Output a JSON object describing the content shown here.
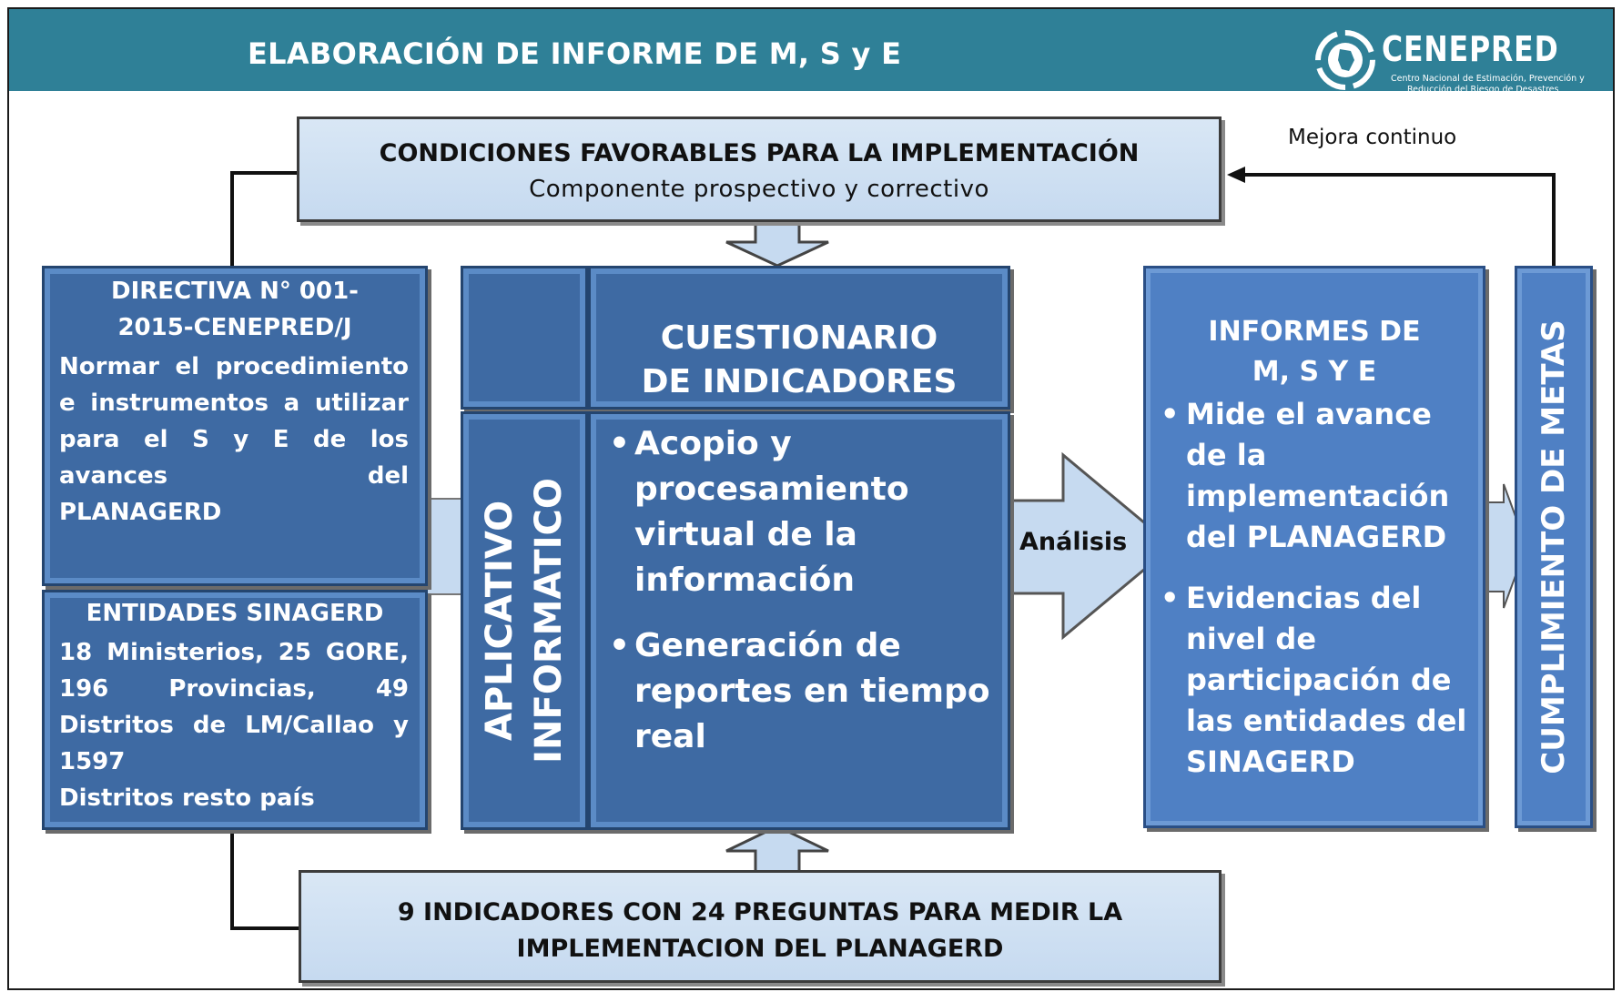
{
  "header": {
    "title": "ELABORACIÓN DE INFORME DE M, S y E",
    "logo": {
      "name": "CENEPRED",
      "subtitle_line1": "Centro Nacional de Estimación, Prevención y",
      "subtitle_line2": "Reducción del Riesgo de Desastres"
    }
  },
  "top_box": {
    "title": "CONDICIONES FAVORABLES PARA LA IMPLEMENTACIÓN",
    "subtitle": "Componente prospectivo y correctivo"
  },
  "feedback_label": "Mejora continuo",
  "directiva": {
    "title_line1": "DIRECTIVA N° 001-",
    "title_line2": "2015-CENEPRED/J",
    "body": "Normar el procedimiento e instrumentos a utilizar para el S y E de los avances del",
    "body_last": "PLANAGERD"
  },
  "entidades": {
    "title": "ENTIDADES SINAGERD",
    "body": "18 Ministerios, 25 GORE, 196 Provincias, 49 Distritos de LM/Callao y 1597",
    "body_last": "Distritos resto país"
  },
  "aplicativo": {
    "line1": "APLICATIVO",
    "line2": "INFORMATICO"
  },
  "cuestionario": {
    "title_line1": "CUESTIONARIO",
    "title_line2": "DE INDICADORES",
    "bullets": [
      "Acopio y procesamiento virtual de la información",
      "Generación de reportes en tiempo real"
    ]
  },
  "analysis_label": "Análisis",
  "informes": {
    "title_line1": "INFORMES DE",
    "title_line2": "M, S Y E",
    "bullets": [
      "Mide el avance de la implementación del PLANAGERD",
      "Evidencias del nivel de participación de las entidades del SINAGERD"
    ]
  },
  "cumplimiento": "CUMPLIMIENTO DE METAS",
  "bottom_box": {
    "line1": "9 INDICADORES CON 24 PREGUNTAS PARA MEDIR LA",
    "line2": "IMPLEMENTACION DEL PLANAGERD"
  },
  "colors": {
    "header": "#2f8097",
    "dark_box": "#3e6aa3",
    "blue_box": "#4f80c4",
    "light_box": "#c6daf0"
  }
}
